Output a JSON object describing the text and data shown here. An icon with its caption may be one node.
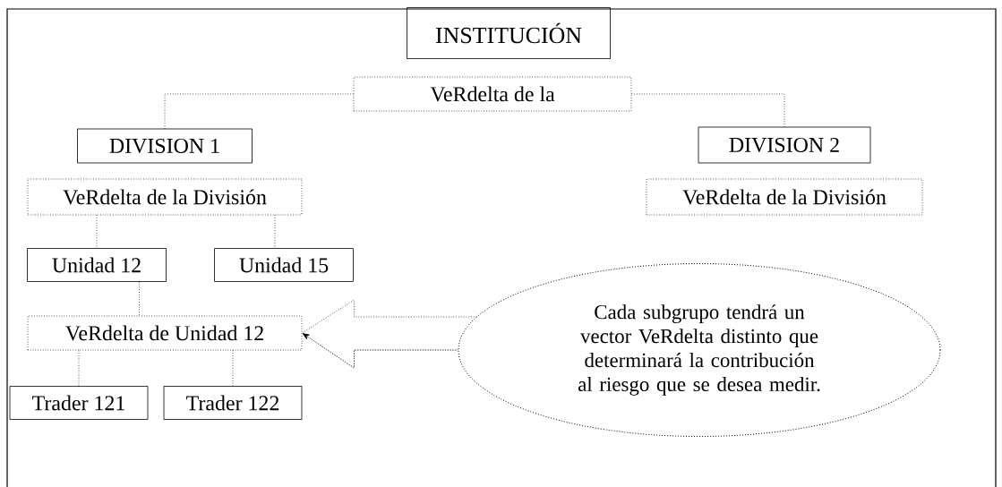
{
  "diagram": {
    "nodes": [
      {
        "text": [
          "INSTITUCIÓN"
        ]
      },
      {
        "text": [
          "VeRdelta de la"
        ]
      },
      {
        "text": [
          "DIVISION 1"
        ]
      },
      {
        "text": [
          "DIVISION 2"
        ]
      },
      {
        "text": [
          "VeRdelta de la División"
        ]
      },
      {
        "text": [
          "VeRdelta de la División"
        ]
      },
      {
        "text": [
          "Unidad  12"
        ]
      },
      {
        "text": [
          "Unidad  15"
        ]
      },
      {
        "text": [
          "VeRdelta de Unidad 12"
        ]
      },
      {
        "text": [
          "Trader 121"
        ]
      },
      {
        "text": [
          "Trader 122"
        ]
      },
      {
        "text": [
          "Cada subgrupo tendrá un vector VeRdelta distinto que determinará la contribución al riesgo que se desea medir."
        ]
      }
    ],
    "edges": [
      {
        "from": 1,
        "to": 2,
        "arrow": "none"
      },
      {
        "from": 1,
        "to": 3,
        "arrow": "none"
      },
      {
        "from": 4,
        "to": 6,
        "arrow": "none"
      },
      {
        "from": 4,
        "to": 7,
        "arrow": "none"
      },
      {
        "from": 6,
        "to": 8,
        "arrow": "none"
      },
      {
        "from": 8,
        "to": 9,
        "arrow": "none"
      },
      {
        "from": 8,
        "to": 10,
        "arrow": "none"
      },
      {
        "from": 11,
        "to": 8,
        "arrow": "to"
      }
    ]
  }
}
